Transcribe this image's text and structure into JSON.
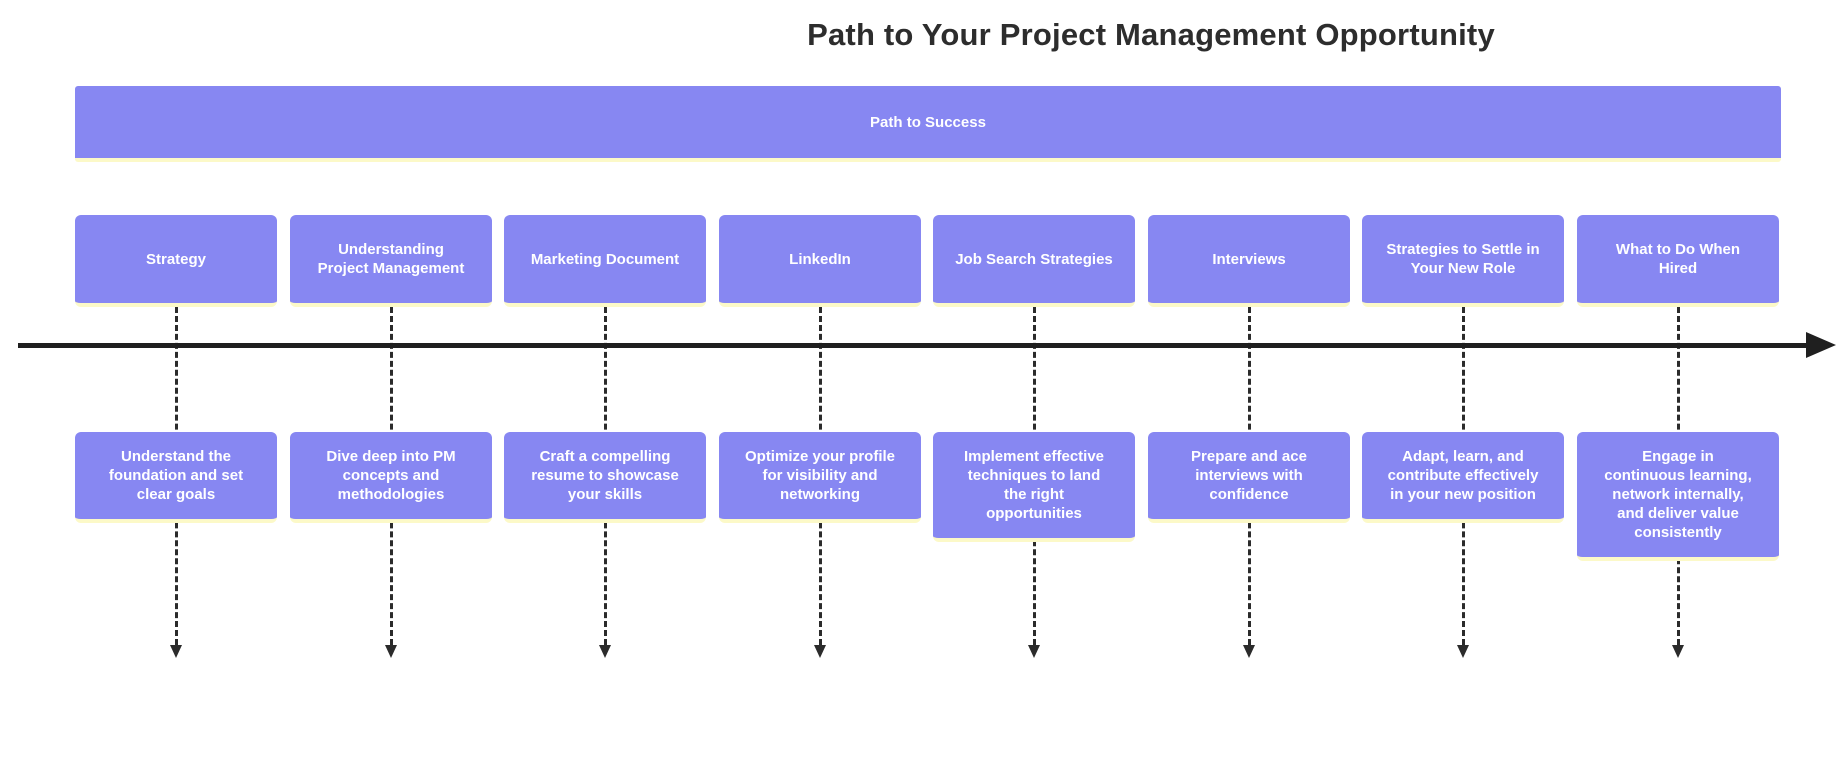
{
  "title": "Path to Your Project Management Opportunity",
  "banner": {
    "label": "Path to Success"
  },
  "colors": {
    "purple": "#8787f2",
    "shadow": "#fcf9c8",
    "ink": "#2b2b2b",
    "axis": "#1f1f1f",
    "title": "#2d2d2d"
  },
  "columns": [
    {
      "heading": "Strategy",
      "detail": "Understand the foundation and set clear goals"
    },
    {
      "heading": "Understanding Project Management",
      "detail": "Dive deep into PM concepts and methodologies"
    },
    {
      "heading": "Marketing Document",
      "detail": "Craft a compelling resume to showcase your skills"
    },
    {
      "heading": "LinkedIn",
      "detail": "Optimize your profile for visibility and networking"
    },
    {
      "heading": "Job Search Strategies",
      "detail": "Implement effective techniques to land the right opportunities"
    },
    {
      "heading": "Interviews",
      "detail": "Prepare and ace interviews with confidence"
    },
    {
      "heading": "Strategies to Settle in Your New Role",
      "detail": "Adapt, learn, and contribute effectively in your new position"
    },
    {
      "heading": "What to Do When Hired",
      "detail": "Engage in continuous learning, network internally, and deliver value consistently"
    }
  ]
}
